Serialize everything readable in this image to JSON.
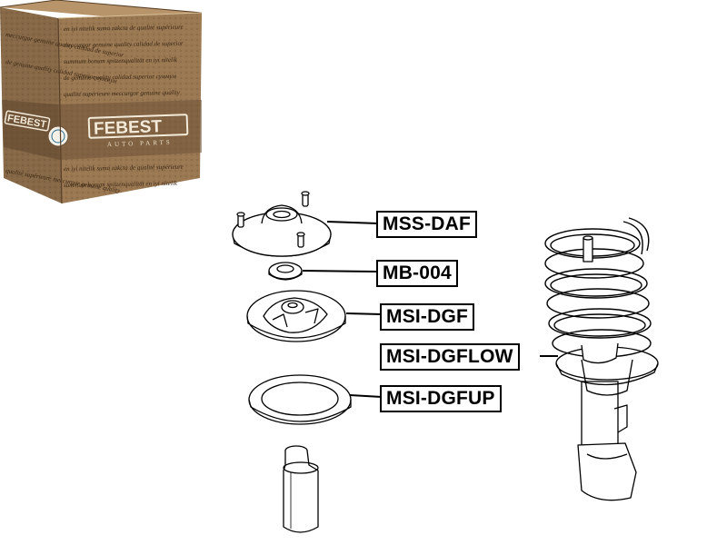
{
  "packaging": {
    "brand": "FEBEST",
    "sub_brand": "AUTO PARTS",
    "side_brand": "FEBEST",
    "box_color": "#9c7a55",
    "box_dark": "#6e5237",
    "taglines": [
      "en iyi nitelik  suma zakcta  de qualité supérieure",
      "meccurgor  genuine quality  calidad de superior",
      "summum bonum  spitzenqualität  en iyi nitelik",
      "de genuine quality  calidad superior  суммум",
      "qualité supérieure  meccurgor  genuine quality"
    ]
  },
  "parts": [
    {
      "id": "MSS-DAF",
      "label": "MSS-DAF"
    },
    {
      "id": "MB-004",
      "label": "MB-004"
    },
    {
      "id": "MSI-DGF",
      "label": "MSI-DGF"
    },
    {
      "id": "MSI-DGFLOW",
      "label": "MSI-DGFLOW"
    },
    {
      "id": "MSI-DGFUP",
      "label": "MSI-DGFUP"
    }
  ]
}
